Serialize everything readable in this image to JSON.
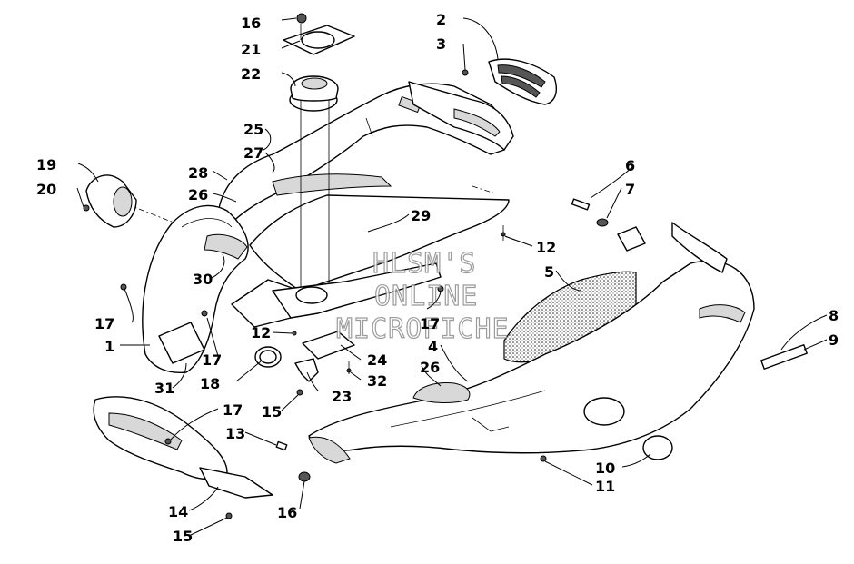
{
  "watermark": {
    "line1": "HLSM'S",
    "line2": "ONLINE",
    "line3": "MICROFICHE"
  },
  "callouts": {
    "c1": "1",
    "c2": "2",
    "c3": "3",
    "c4": "4",
    "c5": "5",
    "c6": "6",
    "c7": "7",
    "c8": "8",
    "c9": "9",
    "c10": "10",
    "c11": "11",
    "c12a": "12",
    "c12b": "12",
    "c13": "13",
    "c14": "14",
    "c15a": "15",
    "c15b": "15",
    "c16a": "16",
    "c16b": "16",
    "c17a": "17",
    "c17b": "17",
    "c17c": "17",
    "c17d": "17",
    "c18": "18",
    "c19": "19",
    "c20": "20",
    "c21": "21",
    "c22": "22",
    "c23": "23",
    "c24": "24",
    "c25": "25",
    "c26a": "26",
    "c26b": "26",
    "c27": "27",
    "c28": "28",
    "c29": "29",
    "c30": "30",
    "c31": "31",
    "c32": "32"
  }
}
